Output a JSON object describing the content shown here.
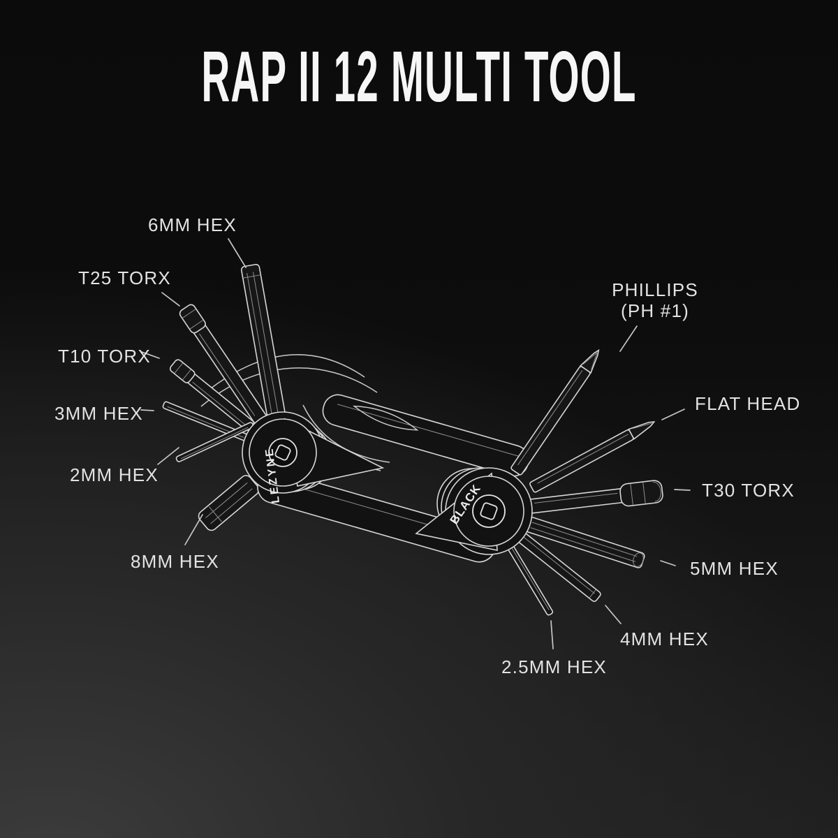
{
  "title": "RAP II 12 MULTI TOOL",
  "illustration": {
    "type": "labeled-product-diagram",
    "left_plate_engraving": "LEZYNE",
    "right_plate_engraving": "BLACK"
  },
  "callouts": [
    {
      "id": "6mm-hex",
      "label": "6MM HEX"
    },
    {
      "id": "t25-torx",
      "label": "T25 TORX"
    },
    {
      "id": "t10-torx",
      "label": "T10 TORX"
    },
    {
      "id": "3mm-hex",
      "label": "3MM HEX"
    },
    {
      "id": "2mm-hex",
      "label": "2MM HEX"
    },
    {
      "id": "8mm-hex",
      "label": "8MM HEX"
    },
    {
      "id": "phillips",
      "label": "PHILLIPS",
      "label_line2": "(PH #1)"
    },
    {
      "id": "flat-head",
      "label": "FLAT HEAD"
    },
    {
      "id": "t30-torx",
      "label": "T30 TORX"
    },
    {
      "id": "5mm-hex",
      "label": "5MM HEX"
    },
    {
      "id": "4mm-hex",
      "label": "4MM HEX"
    },
    {
      "id": "2.5mm-hex",
      "label": "2.5MM HEX"
    }
  ],
  "colors": {
    "background_top": "#0c0c0c",
    "background_bottom_left": "#3a3a3a",
    "line_art": "#d6d6d6",
    "label_text": "#e3e3e3",
    "title_text": "#f6f6f6"
  }
}
